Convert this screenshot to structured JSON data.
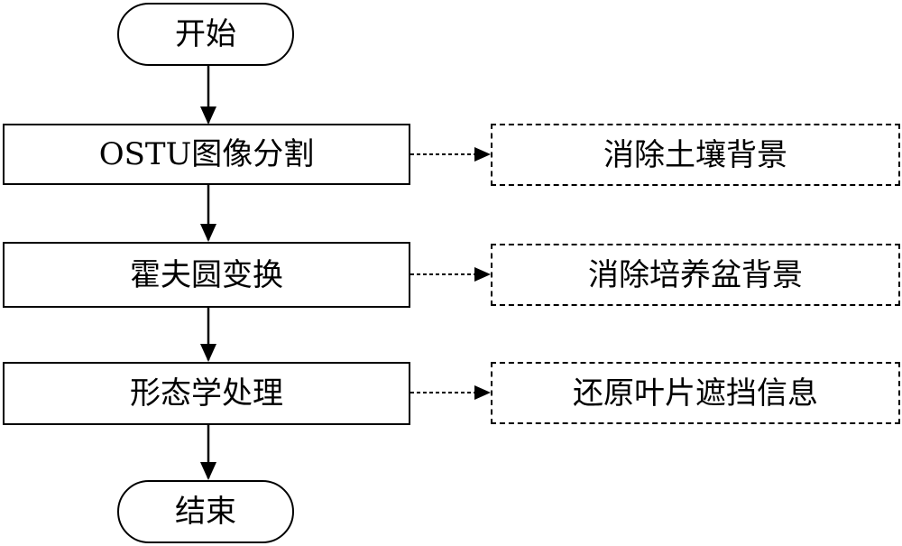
{
  "flowchart": {
    "start": "开始",
    "end": "结束",
    "steps": [
      {
        "label": "OSTU图像分割",
        "note": "消除土壤背景"
      },
      {
        "label": "霍夫圆变换",
        "note": "消除培养盆背景"
      },
      {
        "label": "形态学处理",
        "note": "还原叶片遮挡信息"
      }
    ]
  }
}
